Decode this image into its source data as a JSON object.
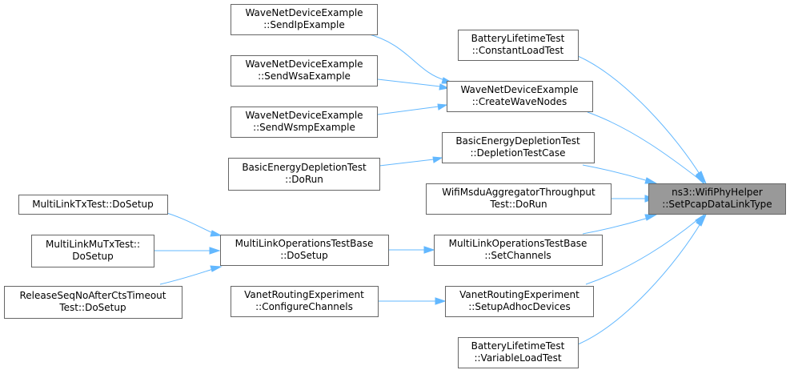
{
  "diagram": {
    "nodes": {
      "target": {
        "lines": [
          "ns3::WifiPhyHelper",
          "::SetPcapDataLinkType"
        ],
        "fill": "#999999"
      },
      "battery_const": {
        "lines": [
          "BatteryLifetimeTest",
          "::ConstantLoadTest"
        ]
      },
      "wave_create": {
        "lines": [
          "WaveNetDeviceExample",
          "::CreateWaveNodes"
        ]
      },
      "basic_depl": {
        "lines": [
          "BasicEnergyDepletionTest",
          "::DepletionTestCase"
        ]
      },
      "wifi_msdu": {
        "lines": [
          "WifiMsduAggregatorThroughput",
          "Test::DoRun"
        ]
      },
      "mlo_channels": {
        "lines": [
          "MultiLinkOperationsTestBase",
          "::SetChannels"
        ]
      },
      "vanet_adhoc": {
        "lines": [
          "VanetRoutingExperiment",
          "::SetupAdhocDevices"
        ]
      },
      "battery_var": {
        "lines": [
          "BatteryLifetimeTest",
          "::VariableLoadTest"
        ]
      },
      "wave_ip": {
        "lines": [
          "WaveNetDeviceExample",
          "::SendIpExample"
        ]
      },
      "wave_wsa": {
        "lines": [
          "WaveNetDeviceExample",
          "::SendWsaExample"
        ]
      },
      "wave_wsmp": {
        "lines": [
          "WaveNetDeviceExample",
          "::SendWsmpExample"
        ]
      },
      "basic_run": {
        "lines": [
          "BasicEnergyDepletionTest",
          "::DoRun"
        ]
      },
      "mlo_setup": {
        "lines": [
          "MultiLinkOperationsTestBase",
          "::DoSetup"
        ]
      },
      "vanet_conf": {
        "lines": [
          "VanetRoutingExperiment",
          "::ConfigureChannels"
        ]
      },
      "mltx": {
        "lines": [
          "MultiLinkTxTest::DoSetup"
        ]
      },
      "mlmu": {
        "lines": [
          "MultiLinkMuTxTest::",
          "DoSetup"
        ]
      },
      "release": {
        "lines": [
          "ReleaseSeqNoAfterCtsTimeout",
          "Test::DoSetup"
        ]
      }
    },
    "colors": {
      "edge": "#63b8ff",
      "border": "#666666",
      "target_fill": "#999999"
    }
  }
}
